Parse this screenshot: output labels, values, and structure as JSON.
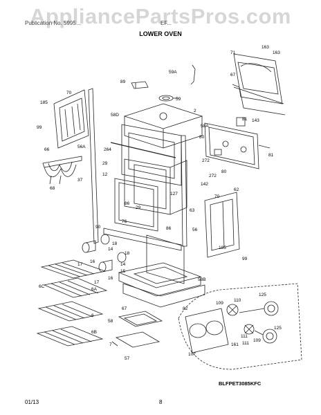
{
  "watermark": "AppliancePartsPros.com",
  "header": {
    "left": "Publication No. 5995...",
    "right": "EF..."
  },
  "title": "LOWER OVEN",
  "diagram_code": "BLFPET3085KFC",
  "footer": {
    "date": "01/13",
    "page": "8"
  },
  "callouts": {
    "c163a": "163",
    "c163b": "163",
    "c71": "71",
    "c67a": "67",
    "c59a": "59A",
    "c89": "89",
    "c70a": "70",
    "c59": "59",
    "c185a": "185",
    "c58d": "58D",
    "c2": "2",
    "c99a": "99",
    "c58a": "58A",
    "c81a": "81",
    "c143": "143",
    "c66": "66",
    "c56a": "56A",
    "c264": "264",
    "c80a": "80",
    "c29a": "29",
    "c272a": "272",
    "c81b": "81",
    "c12": "12",
    "c80b": "80",
    "c68": "68",
    "c37": "37",
    "c272b": "272",
    "c142": "142",
    "c62": "62",
    "c127": "127",
    "c86a": "86",
    "c29b": "29",
    "c70b": "70",
    "c63": "63",
    "c76": "76",
    "c86b": "86",
    "c90": "90",
    "c56": "56",
    "c18a": "18",
    "c185b": "185",
    "c14a": "14",
    "c17a": "17",
    "c16a": "16",
    "c18b": "18",
    "c99b": "99",
    "c14b": "14",
    "c15": "15",
    "c17b": "17",
    "c16b": "16",
    "c58b": "58B",
    "c6c": "6C",
    "c6a": "6A",
    "c82": "82",
    "c6": "6",
    "c125a": "125",
    "c67b": "67",
    "c109": "109",
    "c58": "58",
    "c110": "110",
    "c6b": "6B",
    "c125b": "125",
    "c111a": "111",
    "c161": "161",
    "c111b": "111",
    "c109b": "109",
    "c57": "57",
    "c7": "7",
    "c107": "107"
  }
}
